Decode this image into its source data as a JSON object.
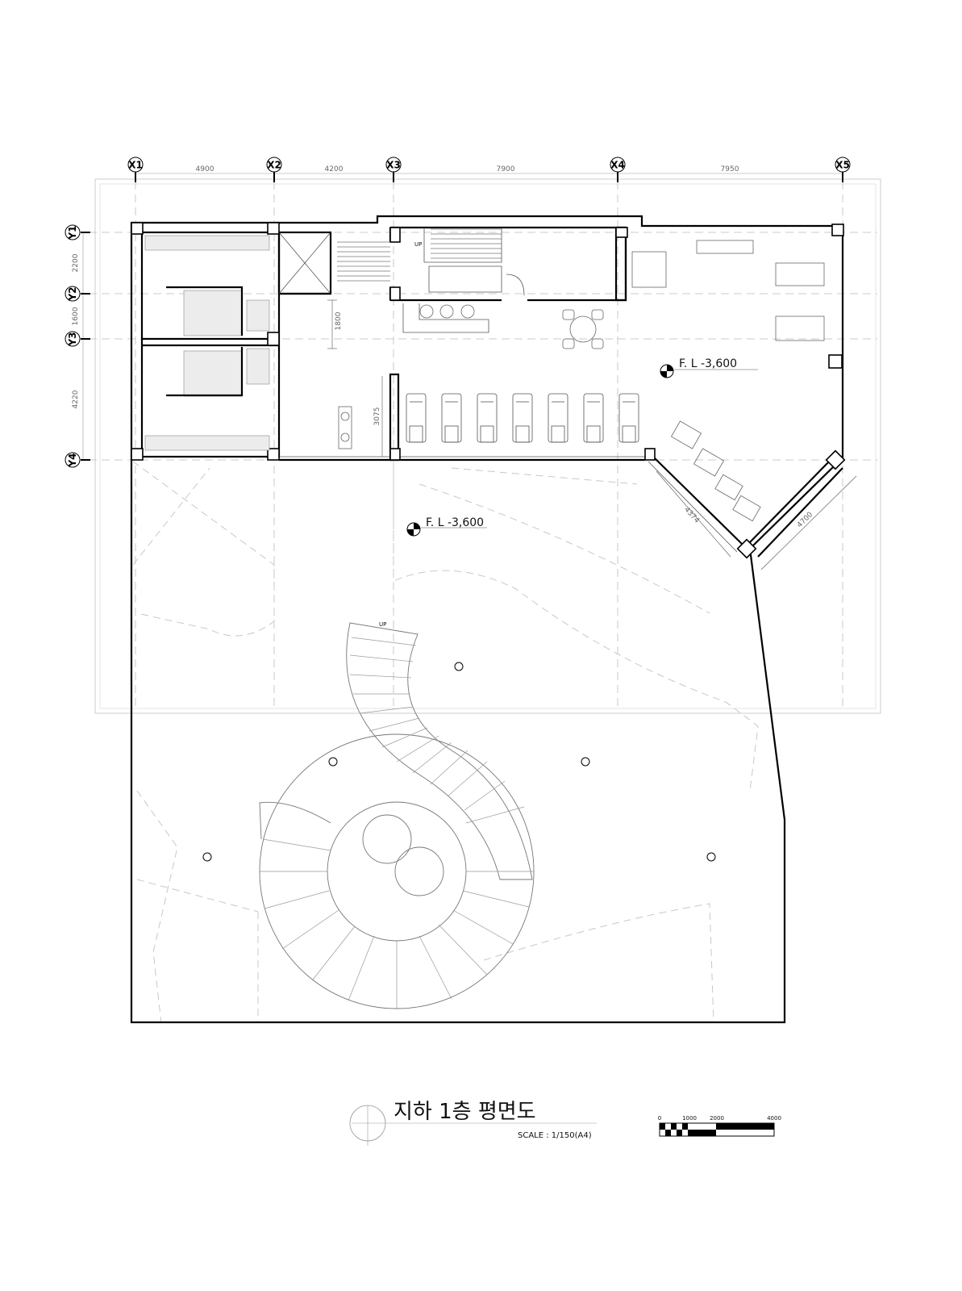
{
  "grid": {
    "x_labels": [
      "X1",
      "X2",
      "X3",
      "X4",
      "X5"
    ],
    "y_labels": [
      "Y1",
      "Y2",
      "Y3",
      "Y4"
    ],
    "x_dimensions": [
      "4900",
      "4200",
      "7900",
      "7950"
    ],
    "y_dimensions": [
      "2200",
      "1600",
      "4220"
    ]
  },
  "plan": {
    "floor_level_gym": "F. L -3,600",
    "floor_level_hall": "F. L -3,600",
    "dim_1800": "1800",
    "dim_3075": "3075",
    "dim_4374": "4374",
    "dim_4700": "4700",
    "stair_up_label": "UP",
    "spiral_up_label": "UP"
  },
  "title_block": {
    "title": "지하 1층 평면도",
    "scale": "SCALE : 1/150(A4)"
  },
  "scale_bar": {
    "ticks": [
      "0",
      "1000",
      "2000",
      "4000"
    ]
  }
}
